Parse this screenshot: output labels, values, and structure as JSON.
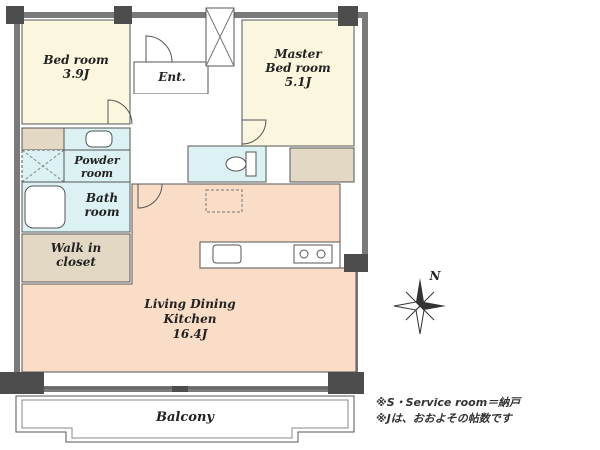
{
  "rooms": {
    "bedroom": {
      "name": "Bed room",
      "size": "3.9J"
    },
    "master": {
      "name_1": "Master",
      "name_2": "Bed room",
      "size": "5.1J"
    },
    "entrance": {
      "name": "Ent."
    },
    "powder": {
      "name_1": "Powder",
      "name_2": "room"
    },
    "bath": {
      "name_1": "Bath",
      "name_2": "room"
    },
    "walkin": {
      "name_1": "Walk in",
      "name_2": "closet"
    },
    "ldk": {
      "name_1": "Living Dining",
      "name_2": "Kitchen",
      "size": "16.4J"
    },
    "balcony": {
      "name": "Balcony"
    }
  },
  "compass": {
    "label": "N"
  },
  "notes": {
    "line1": "※S・Service room＝納戸",
    "line2": "※Jは、おおよその帖数です"
  },
  "colors": {
    "room_fill": "#fbf7de",
    "ldk_fill": "#f9ddc6",
    "wet_fill": "#dbf1f3",
    "closet_fill": "#e2d8c4",
    "wall": "#6e6e6e",
    "column": "#4d4d4d",
    "line": "#555555"
  }
}
